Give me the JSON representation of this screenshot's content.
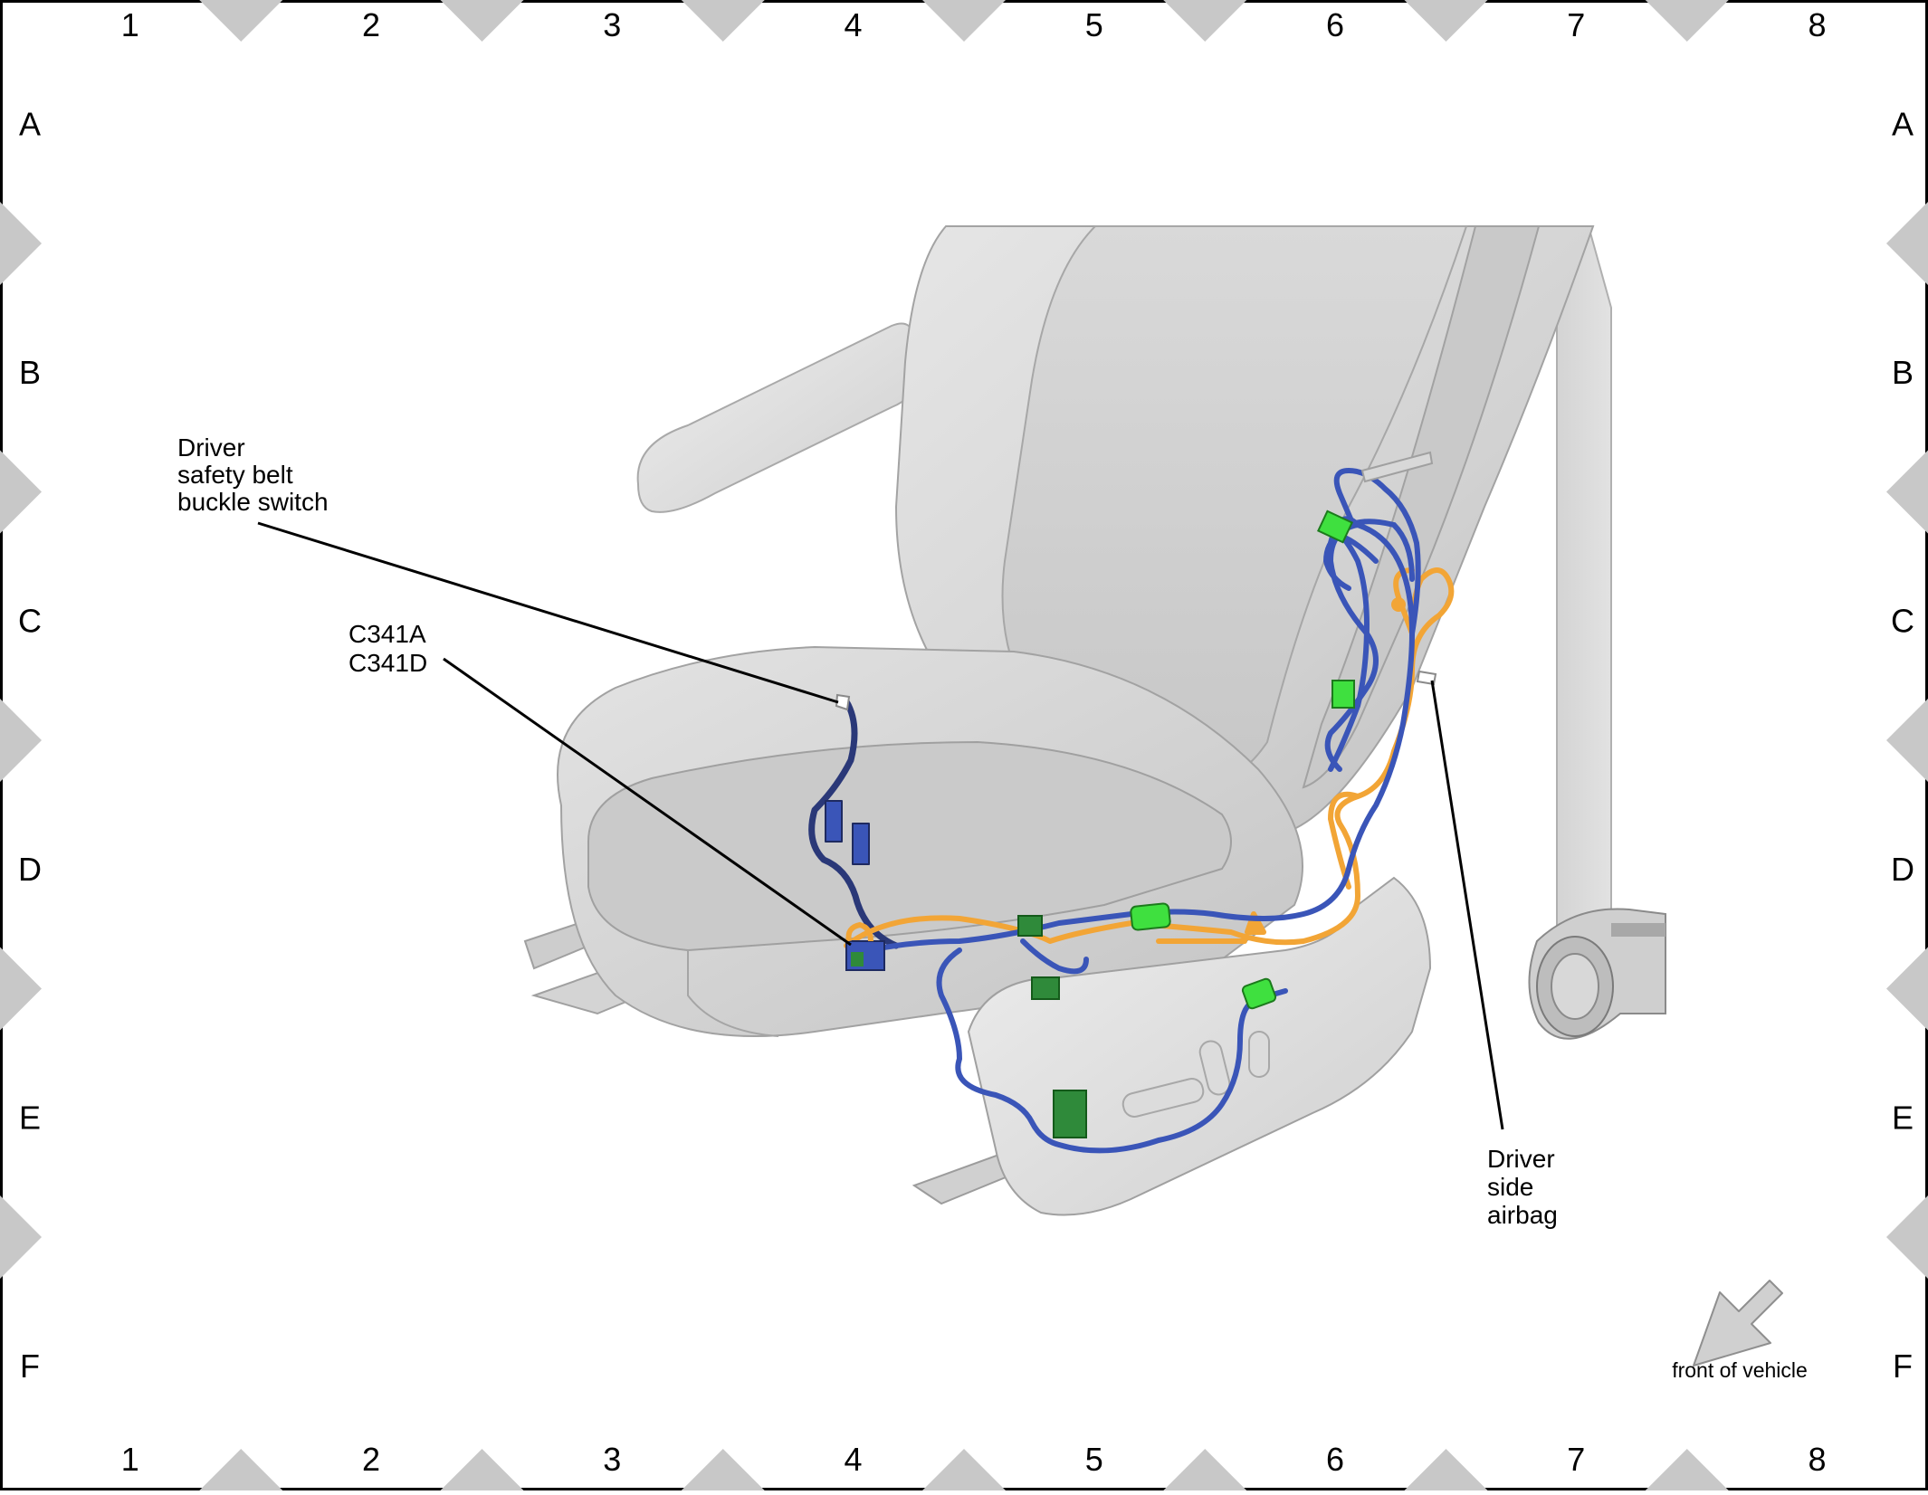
{
  "frame": {
    "columns": [
      "1",
      "2",
      "3",
      "4",
      "5",
      "6",
      "7",
      "8"
    ],
    "rows": [
      "A",
      "B",
      "C",
      "D",
      "E",
      "F"
    ]
  },
  "callouts": {
    "buckle_switch": [
      "Driver",
      "safety belt",
      "buckle switch"
    ],
    "connector": [
      "C341A",
      "C341D"
    ],
    "side_airbag": [
      "Driver",
      "side",
      "airbag"
    ]
  },
  "front_arrow": {
    "label": "front of vehicle"
  },
  "colors": {
    "harness_blue": "#3a55b8",
    "harness_dark": "#2a3878",
    "harness_orange": "#f2a536",
    "connector_green": "#3fe03f",
    "connector_dark_green": "#2f8a3a",
    "seat_gray": "#d6d6d6",
    "border_marker_gray": "#c8c8c8"
  }
}
